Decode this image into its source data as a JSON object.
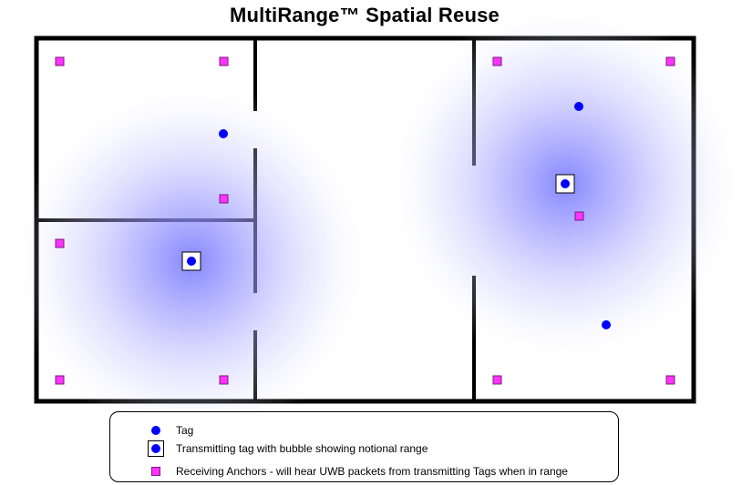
{
  "title": "MultiRange™ Spatial Reuse",
  "colors": {
    "tag": "#0000ff",
    "anchor": "#ff33ff",
    "anchor_border": "#7a1a7a",
    "bubble": "#8080ff",
    "wall": "#000000"
  },
  "legend": {
    "items": [
      {
        "symbol": "tag",
        "label": "Tag"
      },
      {
        "symbol": "transmitting-tag",
        "label": "Transmitting tag with bubble showing notional range"
      },
      {
        "symbol": "anchor",
        "label": "Receiving Anchors - will hear UWB packets from transmitting Tags when in range"
      }
    ]
  }
}
